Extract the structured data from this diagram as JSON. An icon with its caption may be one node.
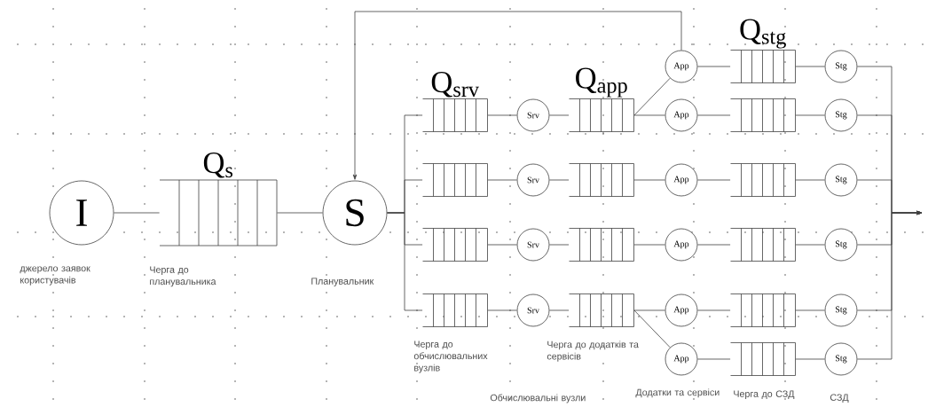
{
  "diagram": {
    "nodes": [
      {
        "text": [
          "I"
        ],
        "beside": [
          "джерело заявок користувачів"
        ]
      },
      {
        "text": [
          "Q$_{s}$"
        ],
        "beside": [
          "Черга до планувальника"
        ]
      },
      {
        "text": [
          "S"
        ],
        "beside": [
          "Планувальник"
        ]
      },
      {
        "text": [
          "Q$_{srv}$"
        ]
      },
      {
        "text": [],
        "shape": "box"
      },
      {
        "text": [],
        "shape": "box"
      },
      {
        "text": [],
        "shape": "box",
        "beside": [
          "Черга до обчислювальних вузлів"
        ]
      },
      {
        "text": [
          "Srv"
        ]
      },
      {
        "text": [
          "Srv"
        ]
      },
      {
        "text": [
          "Srv"
        ]
      },
      {
        "text": [
          "Srv"
        ]
      },
      {
        "text": [
          "Q$_{app}$"
        ]
      },
      {
        "text": [],
        "shape": "box"
      },
      {
        "text": [],
        "shape": "box"
      },
      {
        "text": [],
        "shape": "box",
        "beside": [
          "Черга до додатків та сервісів"
        ]
      },
      {
        "text": [
          "App"
        ]
      },
      {
        "text": [
          "App"
        ]
      },
      {
        "text": [
          "App"
        ]
      },
      {
        "text": [
          "App"
        ]
      },
      {
        "text": [
          "App"
        ]
      },
      {
        "text": [
          "App"
        ],
        "beside": [
          "Додатки та сервіси"
        ]
      },
      {
        "text": [
          "Q$_{stg}$"
        ]
      },
      {
        "text": [],
        "shape": "box"
      },
      {
        "text": [],
        "shape": "box"
      },
      {
        "text": [],
        "shape": "box"
      },
      {
        "text": [],
        "shape": "box"
      },
      {
        "text": [],
        "shape": "box",
        "beside": [
          "Черга до СЗД"
        ]
      },
      {
        "text": [
          "Stg"
        ]
      },
      {
        "text": [
          "Stg"
        ]
      },
      {
        "text": [
          "Stg"
        ]
      },
      {
        "text": [
          "Stg"
        ]
      },
      {
        "text": [
          "Stg"
        ]
      },
      {
        "text": [
          "Stg"
        ],
        "beside": [
          "СЗД"
        ]
      }
    ],
    "edges": [
      {
        "from": 0,
        "to": 1,
        "arrow": "none"
      },
      {
        "from": 1,
        "to": 2,
        "arrow": "none"
      },
      {
        "from": 2,
        "to": 3,
        "arrow": "none"
      },
      {
        "from": 2,
        "to": 4,
        "arrow": "none"
      },
      {
        "from": 2,
        "to": 5,
        "arrow": "none"
      },
      {
        "from": 2,
        "to": 6,
        "arrow": "none"
      },
      {
        "from": 3,
        "to": 7,
        "arrow": "none"
      },
      {
        "from": 4,
        "to": 8,
        "arrow": "none"
      },
      {
        "from": 5,
        "to": 9,
        "arrow": "none"
      },
      {
        "from": 6,
        "to": 10,
        "arrow": "none"
      },
      {
        "from": 7,
        "to": 11,
        "arrow": "none"
      },
      {
        "from": 8,
        "to": 12,
        "arrow": "none"
      },
      {
        "from": 9,
        "to": 13,
        "arrow": "none"
      },
      {
        "from": 10,
        "to": 14,
        "arrow": "none"
      },
      {
        "from": 11,
        "to": 15,
        "arrow": "none"
      },
      {
        "from": 11,
        "to": 16,
        "arrow": "none"
      },
      {
        "from": 12,
        "to": 17,
        "arrow": "none"
      },
      {
        "from": 13,
        "to": 18,
        "arrow": "none"
      },
      {
        "from": 14,
        "to": 19,
        "arrow": "none"
      },
      {
        "from": 14,
        "to": 20,
        "arrow": "none"
      },
      {
        "from": 15,
        "to": 21,
        "arrow": "none"
      },
      {
        "from": 16,
        "to": 22,
        "arrow": "none"
      },
      {
        "from": 17,
        "to": 23,
        "arrow": "none"
      },
      {
        "from": 18,
        "to": 24,
        "arrow": "none"
      },
      {
        "from": 19,
        "to": 25,
        "arrow": "none"
      },
      {
        "from": 20,
        "to": 26,
        "arrow": "none"
      },
      {
        "from": 21,
        "to": 27,
        "arrow": "none"
      },
      {
        "from": 22,
        "to": 28,
        "arrow": "none"
      },
      {
        "from": 23,
        "to": 29,
        "arrow": "none"
      },
      {
        "from": 24,
        "to": 30,
        "arrow": "none"
      },
      {
        "from": 25,
        "to": 31,
        "arrow": "none"
      },
      {
        "from": 26,
        "to": 32,
        "arrow": "none"
      },
      {
        "from": 27,
        "to": null,
        "arrow": "to"
      },
      {
        "from": 28,
        "to": null,
        "arrow": "to"
      },
      {
        "from": 29,
        "to": null,
        "arrow": "to"
      },
      {
        "from": 30,
        "to": null,
        "arrow": "to"
      },
      {
        "from": 31,
        "to": null,
        "arrow": "to"
      },
      {
        "from": 32,
        "to": null,
        "arrow": "to"
      },
      {
        "from": 15,
        "to": 2,
        "arrow": "to"
      }
    ],
    "labels": [
      "Обчислювальні вузли"
    ]
  }
}
